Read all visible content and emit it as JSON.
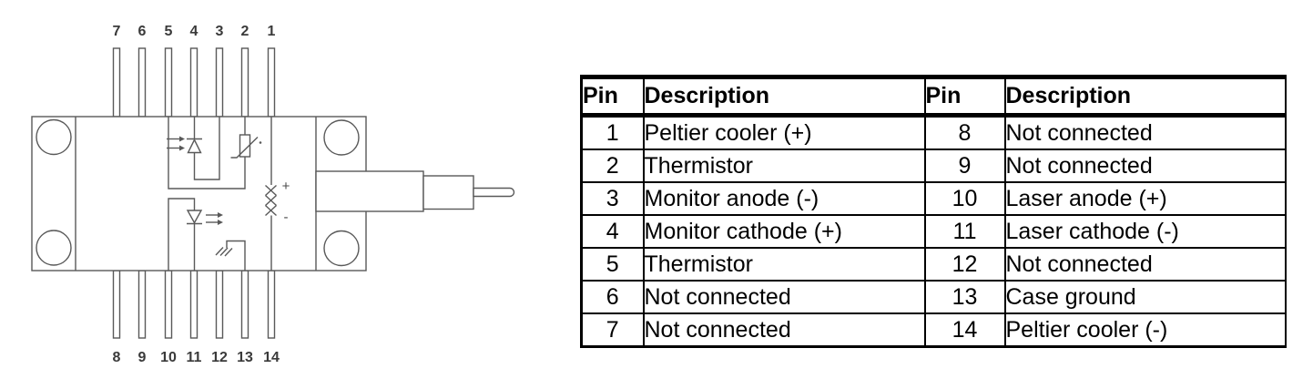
{
  "colors": {
    "diagram_line": "#595959",
    "table_border": "#000000",
    "background": "#ffffff",
    "label_text": "#3a3a3a"
  },
  "diagram": {
    "top_pin_labels": [
      "7",
      "6",
      "5",
      "4",
      "3",
      "2",
      "1"
    ],
    "bottom_pin_labels": [
      "8",
      "9",
      "10",
      "11",
      "12",
      "13",
      "14"
    ],
    "tec": {
      "plus": "+",
      "minus": "-"
    },
    "icons": {
      "monitor_photodiode": "monitor-photodiode-icon",
      "laser_diode": "laser-diode-icon",
      "thermistor": "thermistor-icon",
      "tec_element": "tec-coil-icon",
      "case_ground": "ground-icon",
      "fiber_pigtail": "fiber-pigtail",
      "mounting_hole": "mounting-hole"
    }
  },
  "table": {
    "headers": [
      "Pin",
      "Description",
      "Pin",
      "Description"
    ],
    "rows": [
      {
        "pin_left": "1",
        "desc_left": "Peltier cooler (+)",
        "pin_right": "8",
        "desc_right": "Not connected"
      },
      {
        "pin_left": "2",
        "desc_left": "Thermistor",
        "pin_right": "9",
        "desc_right": "Not connected"
      },
      {
        "pin_left": "3",
        "desc_left": "Monitor anode (-)",
        "pin_right": "10",
        "desc_right": "Laser anode (+)"
      },
      {
        "pin_left": "4",
        "desc_left": "Monitor cathode (+)",
        "pin_right": "11",
        "desc_right": "Laser cathode (-)"
      },
      {
        "pin_left": "5",
        "desc_left": "Thermistor",
        "pin_right": "12",
        "desc_right": "Not connected"
      },
      {
        "pin_left": "6",
        "desc_left": "Not connected",
        "pin_right": "13",
        "desc_right": "Case ground"
      },
      {
        "pin_left": "7",
        "desc_left": "Not connected",
        "pin_right": "14",
        "desc_right": "Peltier cooler (-)"
      }
    ]
  }
}
